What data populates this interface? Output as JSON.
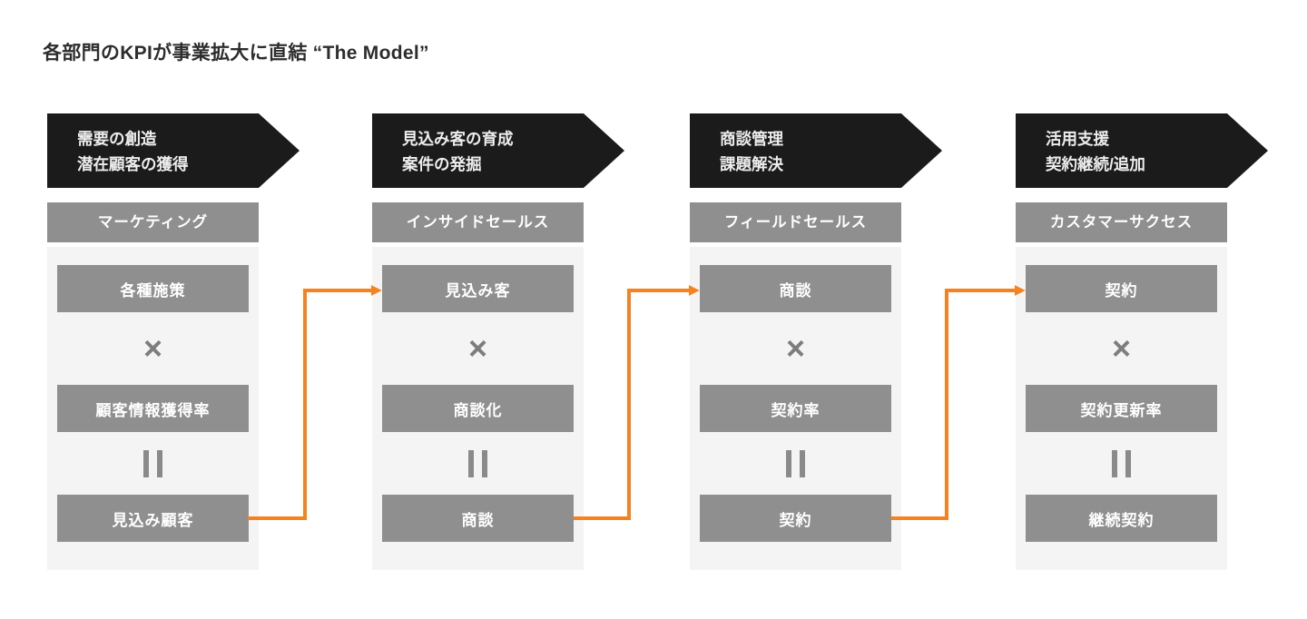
{
  "title": "各部門のKPIが事業拡大に直結 “The Model”",
  "colors": {
    "banner_bg": "#1B1B1B",
    "box_gray": "#8F8F8F",
    "panel_bg": "#F4F4F4",
    "arrow_orange": "#F6821F",
    "page_bg": "#FFFFFF"
  },
  "operators": {
    "multiply": "×",
    "equals": "‖"
  },
  "columns": [
    {
      "banner": {
        "line1": "需要の創造",
        "line2": "潜在顧客の獲得"
      },
      "department": "マーケティング",
      "kpi_top": "各種施策",
      "kpi_rate": "顧客情報獲得率",
      "kpi_result": "見込み顧客"
    },
    {
      "banner": {
        "line1": "見込み客の育成",
        "line2": "案件の発掘"
      },
      "department": "インサイドセールス",
      "kpi_top": "見込み客",
      "kpi_rate": "商談化",
      "kpi_result": "商談"
    },
    {
      "banner": {
        "line1": "商談管理",
        "line2": "課題解決"
      },
      "department": "フィールドセールス",
      "kpi_top": "商談",
      "kpi_rate": "契約率",
      "kpi_result": "契約"
    },
    {
      "banner": {
        "line1": "活用支援",
        "line2": "契約継続/追加"
      },
      "department": "カスタマーサクセス",
      "kpi_top": "契約",
      "kpi_rate": "契約更新率",
      "kpi_result": "継続契約"
    }
  ]
}
